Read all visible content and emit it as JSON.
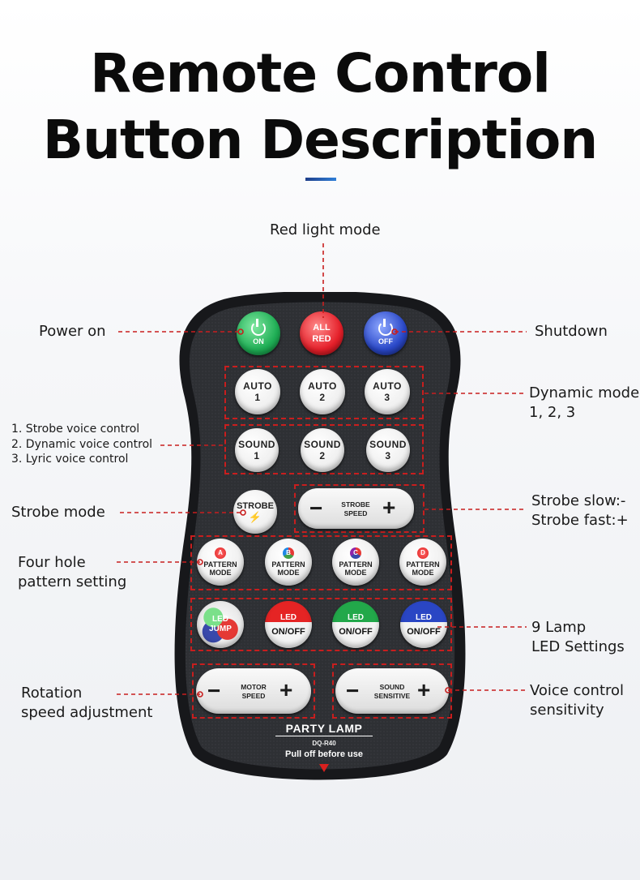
{
  "title": {
    "line1": "Remote Control",
    "line2": "Button Description"
  },
  "labels": {
    "red_light_mode": "Red light mode",
    "power_on": "Power on",
    "shutdown": "Shutdown",
    "dynamic_mode_1": "Dynamic mode",
    "dynamic_mode_2": "1, 2, 3",
    "sound_1": "1. Strobe voice control",
    "sound_2": "2. Dynamic voice control",
    "sound_3": "3. Lyric voice control",
    "strobe_mode": "Strobe mode",
    "strobe_speed_1": "Strobe slow:-",
    "strobe_speed_2": "Strobe fast:+",
    "pattern_1": "Four hole",
    "pattern_2": "pattern setting",
    "lamp_1": "9 Lamp",
    "lamp_2": "LED Settings",
    "rotation_1": "Rotation",
    "rotation_2": "speed adjustment",
    "voice_1": "Voice control",
    "voice_2": "sensitivity"
  },
  "remote": {
    "power_on": "ON",
    "all_red_1": "ALL",
    "all_red_2": "RED",
    "power_off": "OFF",
    "auto": [
      {
        "top": "AUTO",
        "num": "1"
      },
      {
        "top": "AUTO",
        "num": "2"
      },
      {
        "top": "AUTO",
        "num": "3"
      }
    ],
    "sound": [
      {
        "top": "SOUND",
        "num": "1"
      },
      {
        "top": "SOUND",
        "num": "2"
      },
      {
        "top": "SOUND",
        "num": "3"
      }
    ],
    "strobe": "STROBE",
    "strobe_speed_1": "STROBE",
    "strobe_speed_2": "SPEED",
    "pattern": [
      {
        "letter": "A",
        "l1": "PATTERN",
        "l2": "MODE"
      },
      {
        "letter": "B",
        "l1": "PATTERN",
        "l2": "MODE"
      },
      {
        "letter": "C",
        "l1": "PATTERN",
        "l2": "MODE"
      },
      {
        "letter": "D",
        "l1": "PATTERN",
        "l2": "MODE"
      }
    ],
    "led_jump_1": "LED",
    "led_jump_2": "JUMP",
    "led": [
      {
        "top": "LED",
        "bot": "ON/OFF"
      },
      {
        "top": "LED",
        "bot": "ON/OFF"
      },
      {
        "top": "LED",
        "bot": "ON/OFF"
      }
    ],
    "motor_speed_1": "MOTOR",
    "motor_speed_2": "SPEED",
    "sound_sensitive_1": "SOUND",
    "sound_sensitive_2": "SENSITIVE",
    "minus": "−",
    "plus": "+",
    "brand": "PARTY LAMP",
    "model": "DQ-R40",
    "pull_off": "Pull off before use"
  },
  "colors": {
    "annotation": "#c81e1e",
    "body": "#2b2d31",
    "accent": "#2f7fd8"
  }
}
